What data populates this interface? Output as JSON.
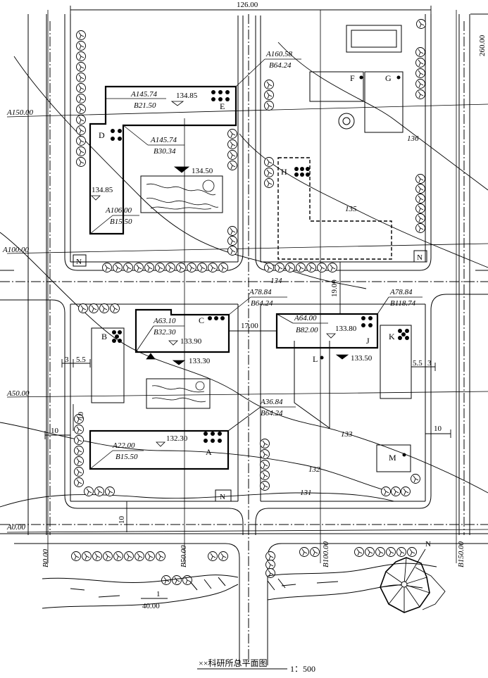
{
  "title": "××科研所总平面图",
  "scale": "1：500",
  "dims": {
    "top": "126.00",
    "right": "260.00",
    "gap_a": "17.00",
    "gap_b": "19.00",
    "setback_l1": "3",
    "setback_l2": "5.5",
    "setback_r1": "5.5",
    "setback_r2": "3",
    "ten_l": "10",
    "ten_lv": "10",
    "ten_r": "10",
    "ten_b": "10"
  },
  "grid": {
    "a150": "A150.00",
    "a100": "A100.00",
    "a50": "A50.00",
    "a0": "A0.00",
    "b0": "B0.00",
    "b50": "B50.00",
    "b100": "B100.00",
    "b150": "B150.00"
  },
  "contours": [
    "136",
    "135",
    "134",
    "133",
    "132",
    "131"
  ],
  "coords": {
    "c1a": "A160.58",
    "c1b": "B64.24",
    "c2a": "A145.74",
    "c2b": "B21.50",
    "c3a": "A145.74",
    "c3b": "B30.34",
    "c4a": "A106.00",
    "c4b": "B15.50",
    "c5a": "A78.84",
    "c5b": "B64.24",
    "c6a": "A63.10",
    "c6b": "B32.30",
    "c7a": "A64.00",
    "c7b": "B82.00",
    "c8a": "A78.84",
    "c8b": "B118.74",
    "c9a": "A36.84",
    "c9b": "B64.24",
    "c10a": "A22.00",
    "c10b": "B15.50"
  },
  "elevations": {
    "e1": "134.85",
    "e2": "134.50",
    "e3": "134.85",
    "e4": "133.90",
    "e5": "133.30",
    "e6": "133.80",
    "e7": "133.50",
    "e8": "132.30"
  },
  "buildings": {
    "a": "A",
    "b": "B",
    "c": "C",
    "d": "D",
    "e": "E",
    "f": "F",
    "g": "G",
    "h": "H",
    "j": "J",
    "k": "K",
    "l": "L",
    "m": "M"
  },
  "entrance": "N",
  "slope_num": "1",
  "slope_den": "40.00",
  "compass": "N"
}
